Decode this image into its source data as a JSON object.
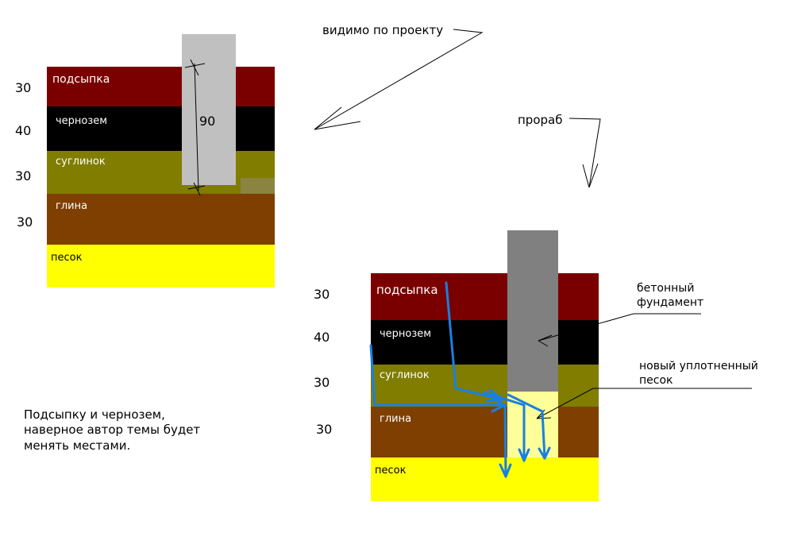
{
  "colors": {
    "fill": "#7a0000",
    "chernozem": "#000000",
    "loam": "#807d00",
    "clay": "#7e3f00",
    "sand": "#ffff00",
    "pile_design": "#c0c0c0",
    "pile_foreman": "#808080",
    "new_sand": "#ffff99",
    "water": "#1a7fe0"
  },
  "left_diagram": {
    "layers": [
      {
        "label": "подсыпка"
      },
      {
        "label": "чернозем"
      },
      {
        "label": "суглинок"
      },
      {
        "label": "глина"
      },
      {
        "label": "песок"
      }
    ],
    "depths": [
      "30",
      "40",
      "30",
      "30"
    ],
    "pile_length": "90"
  },
  "right_diagram": {
    "layers": [
      {
        "label": "подсыпка"
      },
      {
        "label": "чернозем"
      },
      {
        "label": "суглинок"
      },
      {
        "label": "глина"
      },
      {
        "label": "песок"
      }
    ],
    "depths": [
      "30",
      "40",
      "30",
      "30"
    ]
  },
  "annotations": {
    "design": "видимо по проекту",
    "foreman": "прораб",
    "concrete_line1": "бетонный",
    "concrete_line2": "фундамент",
    "sand_line1": "новый уплотненный",
    "sand_line2": "песок"
  },
  "note": {
    "line1": "Подсыпку и чернозем,",
    "line2": "наверное автор темы будет",
    "line3": "менять местами."
  }
}
